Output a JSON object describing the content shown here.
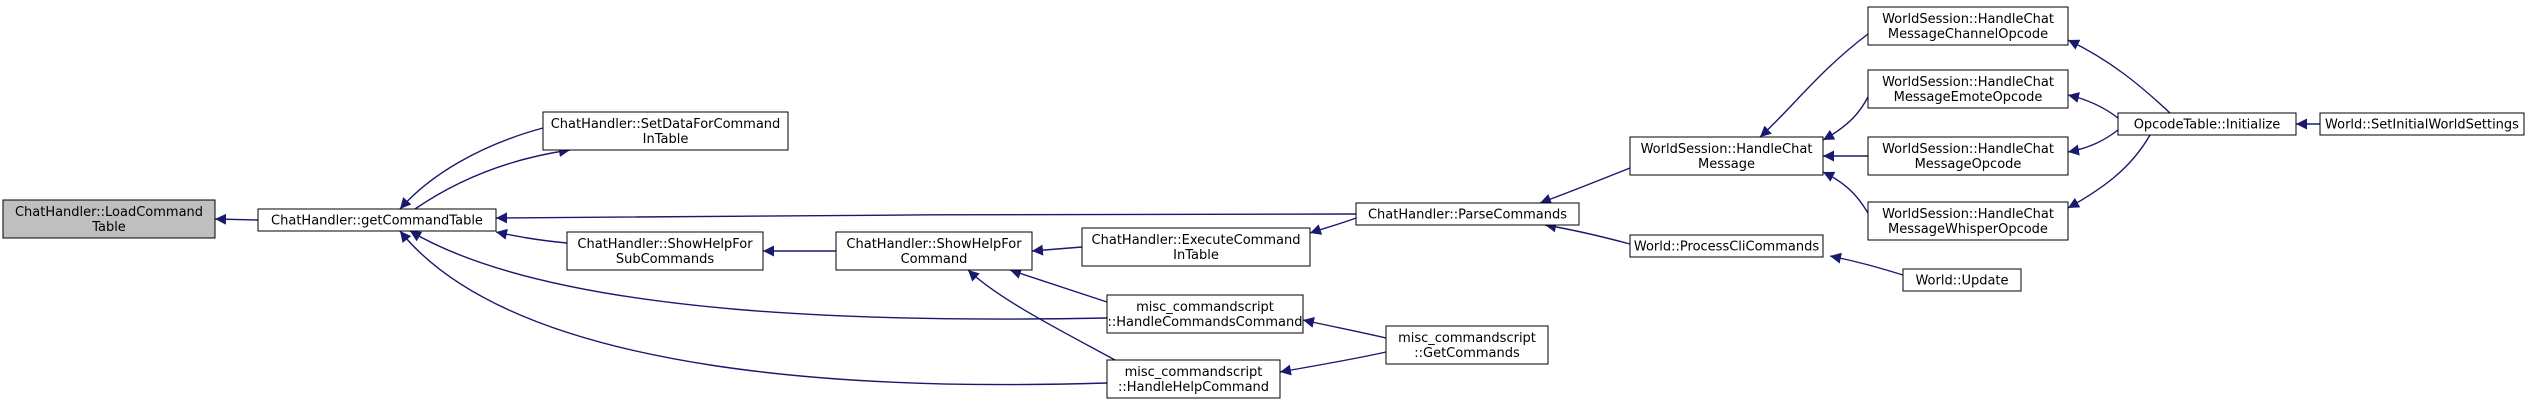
{
  "colors": {
    "edge": "#191970",
    "node_border": "#000000",
    "node_fill": "#ffffff",
    "focus_fill": "#bfbfbf",
    "text": "#000000"
  },
  "nodes": [
    {
      "id": "n0",
      "lines": [
        "ChatHandler::LoadCommand",
        "Table"
      ],
      "focus": true
    },
    {
      "id": "n1",
      "lines": [
        "ChatHandler::getCommandTable"
      ]
    },
    {
      "id": "n2",
      "lines": [
        "ChatHandler::SetDataForCommand",
        "InTable"
      ]
    },
    {
      "id": "n3",
      "lines": [
        "ChatHandler::ShowHelpFor",
        "SubCommands"
      ]
    },
    {
      "id": "n4",
      "lines": [
        "ChatHandler::ShowHelpFor",
        "Command"
      ]
    },
    {
      "id": "n5",
      "lines": [
        "ChatHandler::ExecuteCommand",
        "InTable"
      ]
    },
    {
      "id": "n6",
      "lines": [
        "misc_commandscript",
        "::HandleCommandsCommand"
      ]
    },
    {
      "id": "n7",
      "lines": [
        "misc_commandscript",
        "::HandleHelpCommand"
      ]
    },
    {
      "id": "n8",
      "lines": [
        "misc_commandscript",
        "::GetCommands"
      ]
    },
    {
      "id": "n9",
      "lines": [
        "ChatHandler::ParseCommands"
      ]
    },
    {
      "id": "n10",
      "lines": [
        "WorldSession::HandleChat",
        "Message"
      ]
    },
    {
      "id": "n11",
      "lines": [
        "World::ProcessCliCommands"
      ]
    },
    {
      "id": "n12",
      "lines": [
        "World::Update"
      ]
    },
    {
      "id": "n13",
      "lines": [
        "WorldSession::HandleChat",
        "MessageChannelOpcode"
      ]
    },
    {
      "id": "n14",
      "lines": [
        "WorldSession::HandleChat",
        "MessageEmoteOpcode"
      ]
    },
    {
      "id": "n15",
      "lines": [
        "WorldSession::HandleChat",
        "MessageOpcode"
      ]
    },
    {
      "id": "n16",
      "lines": [
        "WorldSession::HandleChat",
        "MessageWhisperOpcode"
      ]
    },
    {
      "id": "n17",
      "lines": [
        "OpcodeTable::Initialize"
      ]
    },
    {
      "id": "n18",
      "lines": [
        "World::SetInitialWorldSettings"
      ]
    }
  ],
  "edges": [
    {
      "from": "n1",
      "to": "n0"
    },
    {
      "from": "n2",
      "to": "n1"
    },
    {
      "from": "n1",
      "to": "n2"
    },
    {
      "from": "n3",
      "to": "n1"
    },
    {
      "from": "n9",
      "to": "n1"
    },
    {
      "from": "n6",
      "to": "n1"
    },
    {
      "from": "n7",
      "to": "n1"
    },
    {
      "from": "n4",
      "to": "n3"
    },
    {
      "from": "n5",
      "to": "n4"
    },
    {
      "from": "n6",
      "to": "n4"
    },
    {
      "from": "n7",
      "to": "n4"
    },
    {
      "from": "n9",
      "to": "n5"
    },
    {
      "from": "n8",
      "to": "n6"
    },
    {
      "from": "n8",
      "to": "n7"
    },
    {
      "from": "n10",
      "to": "n9"
    },
    {
      "from": "n11",
      "to": "n9"
    },
    {
      "from": "n12",
      "to": "n11"
    },
    {
      "from": "n13",
      "to": "n10"
    },
    {
      "from": "n14",
      "to": "n10"
    },
    {
      "from": "n15",
      "to": "n10"
    },
    {
      "from": "n16",
      "to": "n10"
    },
    {
      "from": "n17",
      "to": "n13"
    },
    {
      "from": "n17",
      "to": "n14"
    },
    {
      "from": "n17",
      "to": "n15"
    },
    {
      "from": "n17",
      "to": "n16"
    },
    {
      "from": "n18",
      "to": "n17"
    }
  ]
}
